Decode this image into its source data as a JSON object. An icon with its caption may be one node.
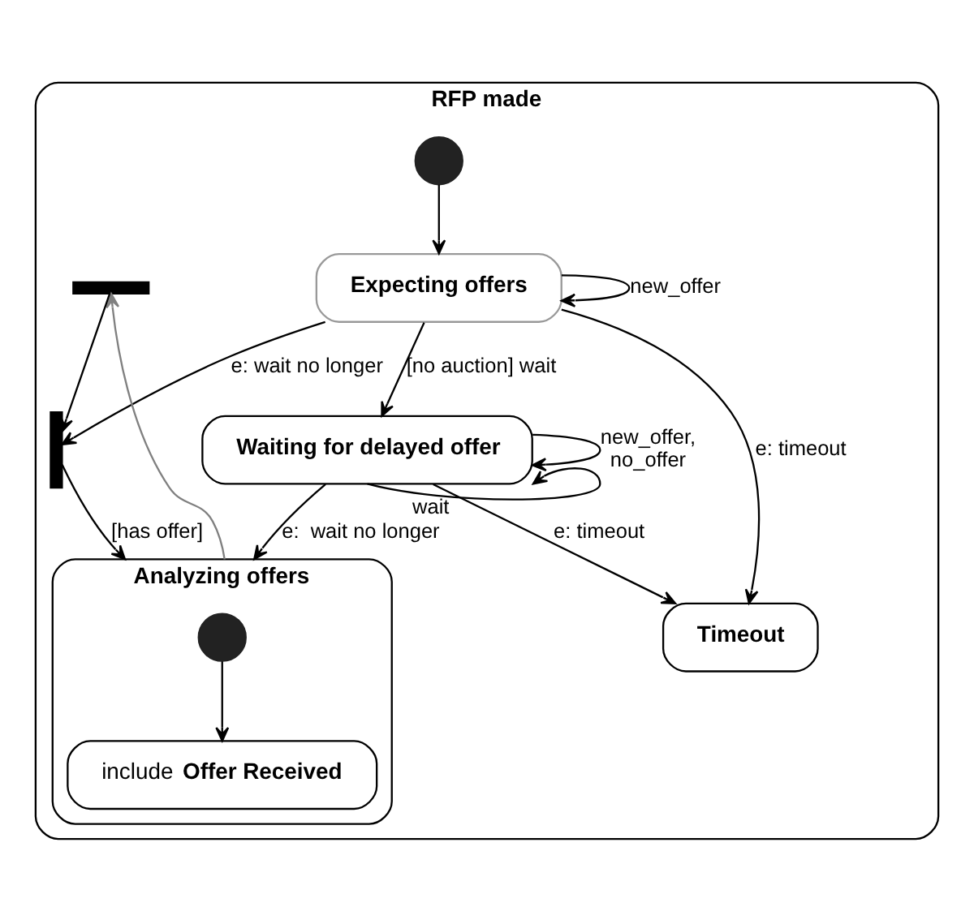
{
  "diagram": {
    "nodes": [
      {
        "text": [
          "RFP made"
        ]
      },
      {
        "text": [],
        "shape": "circle",
        "in": 0
      },
      {
        "text": [
          "Expecting offers"
        ],
        "in": 0
      },
      {
        "text": [
          "Waiting for delayed offer"
        ],
        "in": 0
      },
      {
        "text": [],
        "shape": "bar",
        "in": 0
      },
      {
        "text": [
          "Analyzing offers"
        ],
        "in": 0
      },
      {
        "text": [],
        "shape": "circle",
        "in": 5
      },
      {
        "text": [
          "include **Offer Received**"
        ],
        "in": 5
      },
      {
        "text": [],
        "shape": "bar",
        "in": 0
      },
      {
        "text": [
          "Timeout"
        ],
        "in": 0
      }
    ],
    "edges": [
      {
        "from": 1,
        "to": 2,
        "arrow": "to"
      },
      {
        "from": 2,
        "to": 3,
        "arrow": "to",
        "label": "[no auction] wait"
      },
      {
        "from": 3,
        "to": 3,
        "arrow": "to",
        "label": "new_offer, no_offer"
      },
      {
        "from": 3,
        "to": 3,
        "arrow": "to",
        "label": "wait"
      },
      {
        "from": 2,
        "to": 2,
        "arrow": "to",
        "label": "new_offer"
      },
      {
        "from": 3,
        "to": 5,
        "arrow": "to",
        "label": "e:  wait no longer"
      },
      {
        "from": 2,
        "to": 4,
        "arrow": "to",
        "label": "e: wait no longer"
      },
      {
        "from": 4,
        "to": 5,
        "arrow": "to",
        "label": "[has offer]"
      },
      {
        "from": 6,
        "to": 7,
        "arrow": "to"
      },
      {
        "from": 5,
        "to": 8,
        "arrow": "to",
        "color": "#808080"
      },
      {
        "from": 8,
        "to": 4,
        "arrow": "to"
      },
      {
        "from": 2,
        "to": 9,
        "arrow": "to",
        "label": "e: timeout"
      },
      {
        "from": 3,
        "to": 9,
        "arrow": "to",
        "label": "e: timeout"
      }
    ]
  }
}
